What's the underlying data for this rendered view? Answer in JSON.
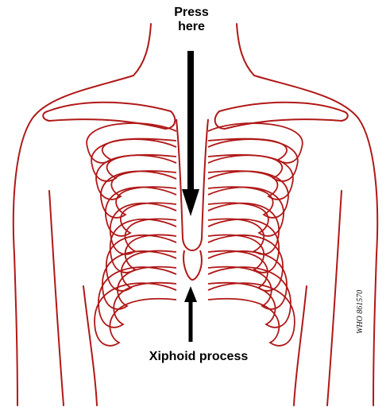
{
  "diagram": {
    "press_label_line1": "Press",
    "press_label_line2": "here",
    "xiphoid_label": "Xiphoid process",
    "credit": "WHO 861570"
  },
  "colors": {
    "anatomy_line": "#b01818",
    "arrow": "#000000",
    "text": "#000000",
    "background": "#ffffff"
  }
}
